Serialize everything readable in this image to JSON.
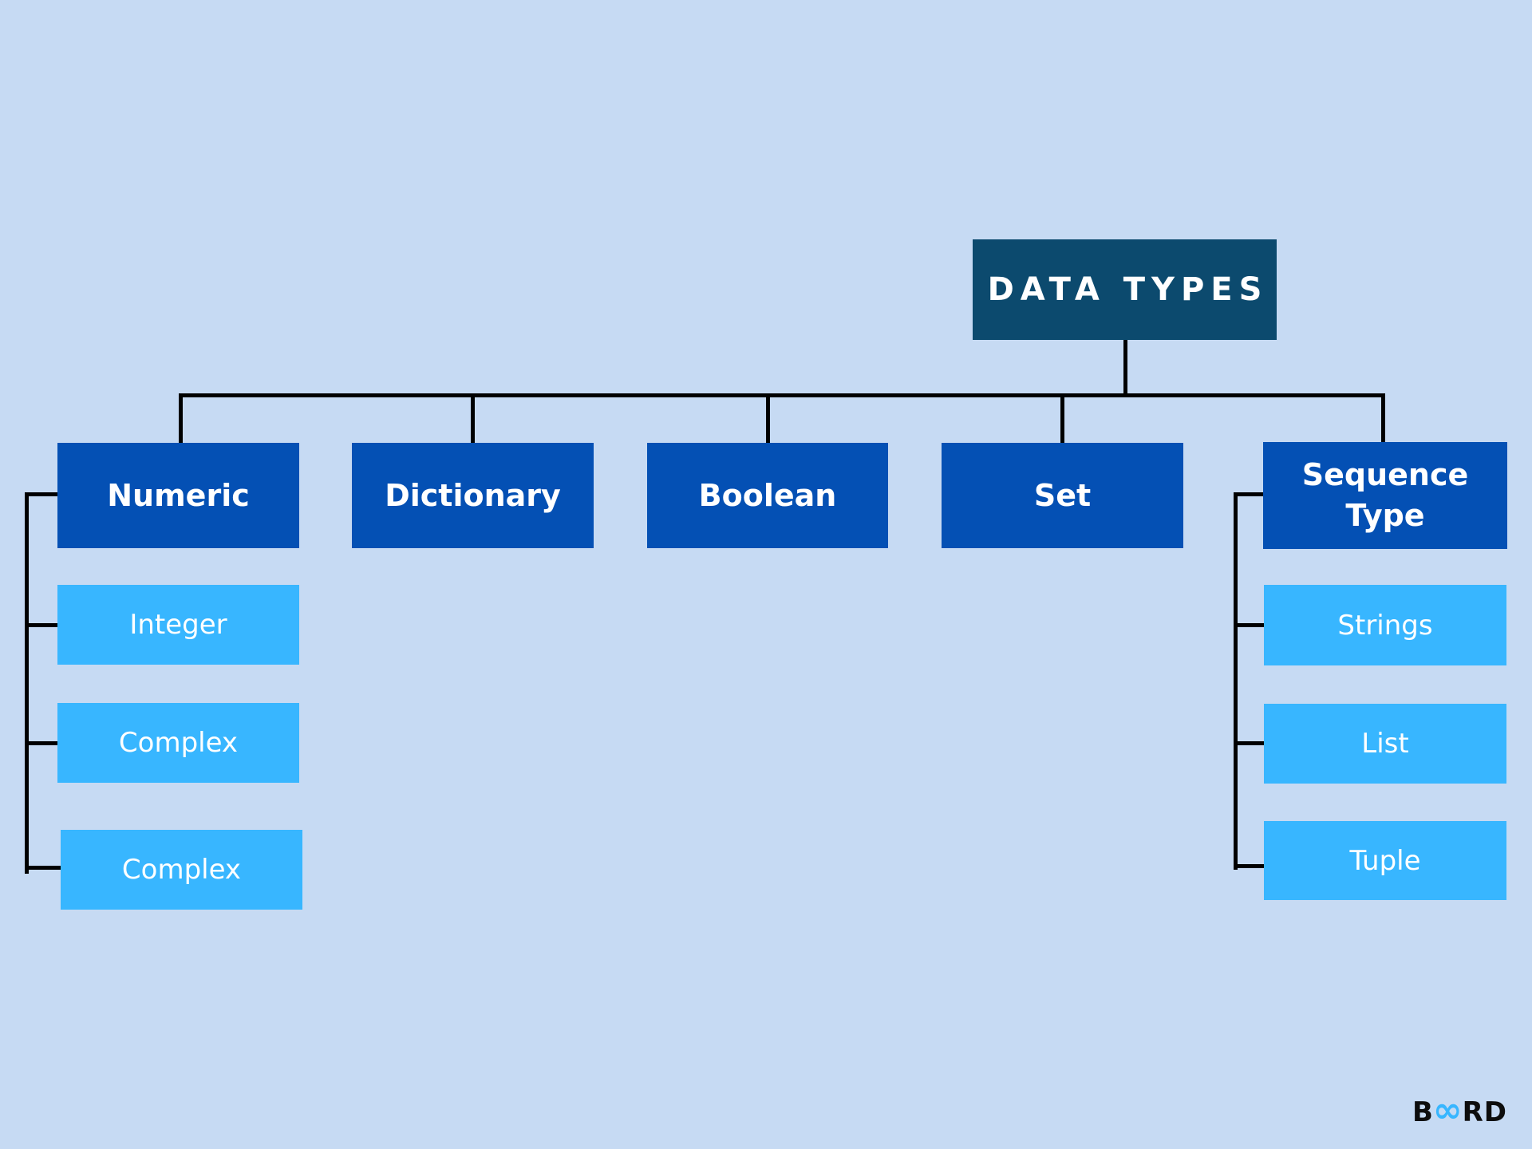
{
  "diagram": {
    "title": "DATA TYPES",
    "categories": [
      {
        "label": "Numeric",
        "children": [
          "Integer",
          "Complex",
          "Complex"
        ]
      },
      {
        "label": "Dictionary",
        "children": []
      },
      {
        "label": "Boolean",
        "children": []
      },
      {
        "label": "Set",
        "children": []
      },
      {
        "label": "Sequence Type",
        "children": [
          "Strings",
          "List",
          "Tuple"
        ]
      }
    ]
  },
  "colors": {
    "background": "#c6daf3",
    "root_box": "#0c4a6e",
    "category_box": "#0450b4",
    "leaf_box": "#38b6ff",
    "connector": "#000000",
    "box_text": "#ffffff",
    "logo_dark": "#0d0d0d",
    "logo_accent": "#38b6ff"
  },
  "logo": {
    "prefix": "B",
    "infinity_icon": "∞",
    "suffix": "RD"
  }
}
